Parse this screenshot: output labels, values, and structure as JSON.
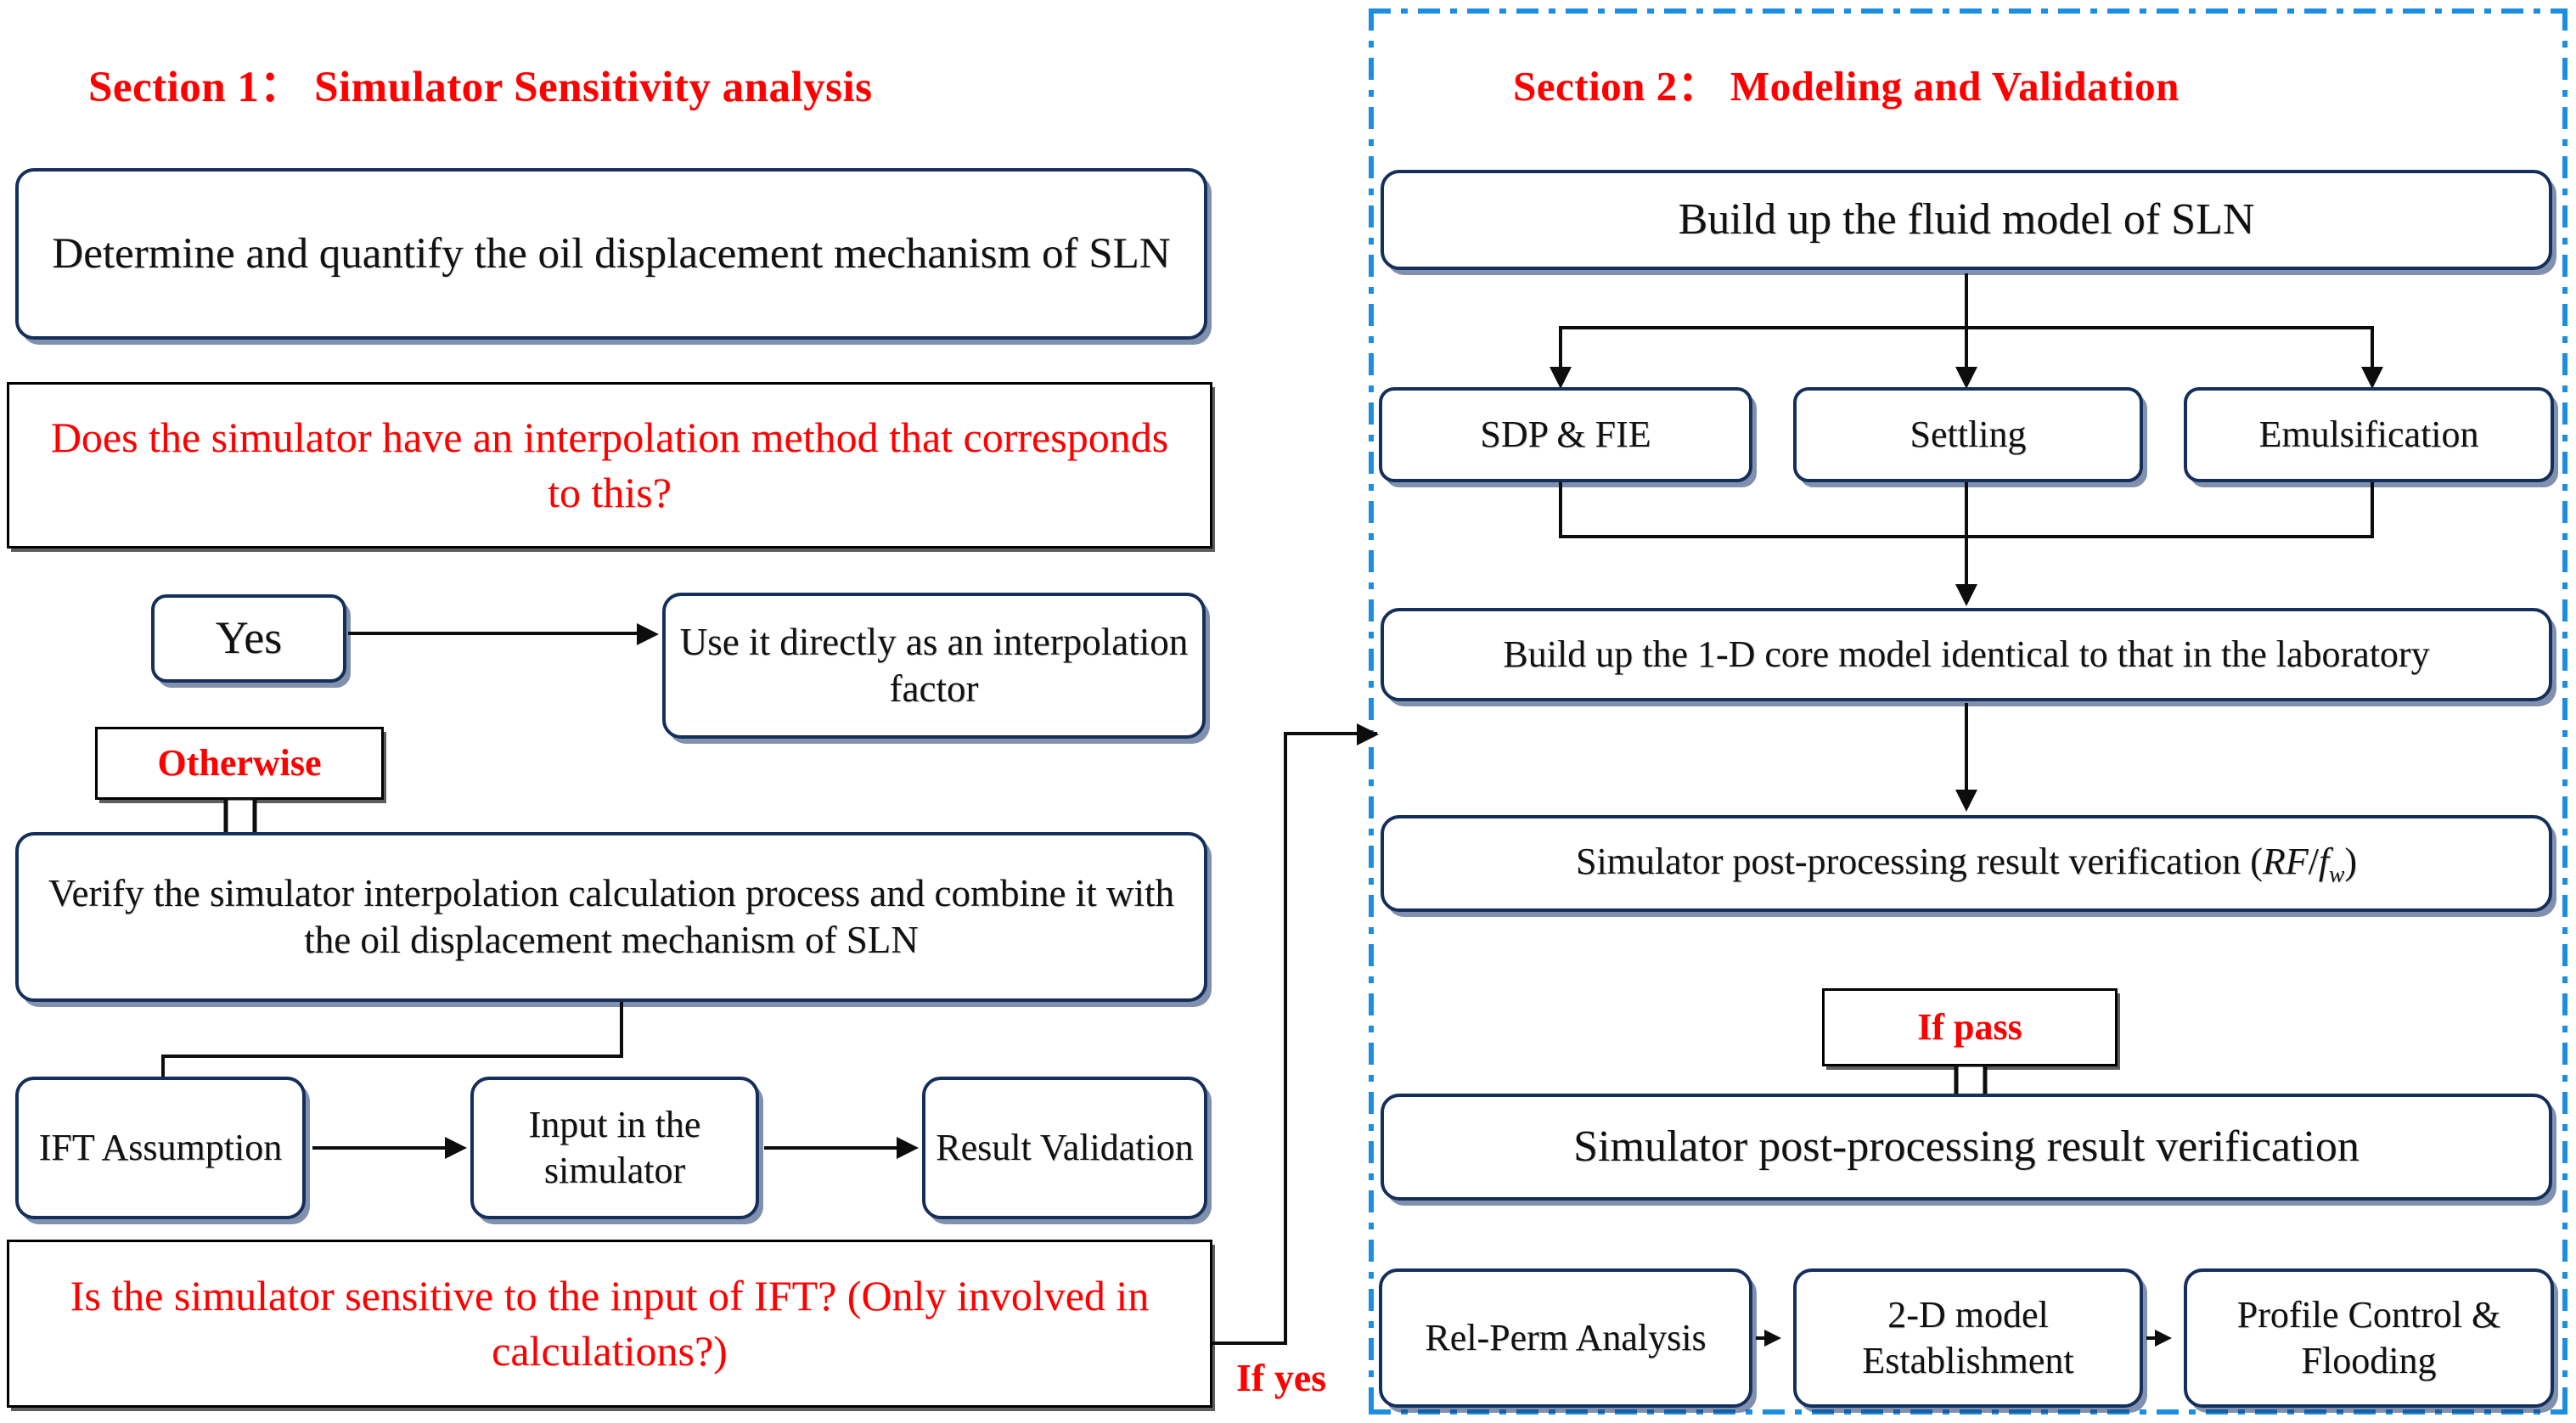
{
  "sections": {
    "left": {
      "title": "Section 1： Simulator Sensitivity analysis"
    },
    "right": {
      "title": "Section 2： Modeling and Validation"
    }
  },
  "left_column": {
    "determine_box": "Determine and quantify the oil displacement mechanism of SLN",
    "question_1": "Does the simulator have an interpolation method that corresponds to this?",
    "yes_box": "Yes",
    "use_directly_box": "Use it directly as an interpolation factor",
    "otherwise_label": "Otherwise",
    "verify_box": "Verify the simulator interpolation calculation process and combine it with the oil displacement mechanism of SLN",
    "small_steps": [
      "IFT Assumption",
      "Input in the simulator",
      "Result Validation"
    ],
    "question_2": "Is the simulator sensitive to the input of IFT? (Only involved in calculations?)",
    "if_yes_label": "If yes"
  },
  "right_column": {
    "fluid_model_box": "Build up the fluid model of SLN",
    "mechanism_boxes": [
      "SDP & FIE",
      "Settling",
      "Emulsification"
    ],
    "core_model_box": "Build up the 1-D core model identical to that in the laboratory",
    "verification_box_prefix": "Simulator post-processing result verification (",
    "verification_box_rf": "RF",
    "verification_box_slash": "/",
    "verification_box_f": "f",
    "verification_box_w": "w",
    "verification_box_suffix": ")",
    "if_pass_label": "If pass",
    "post_processing_box": "Simulator post-processing result verification",
    "final_steps": [
      "Rel-Perm Analysis",
      "2-D model Establishment",
      "Profile Control & Flooding"
    ]
  },
  "colors": {
    "accent_red": "#FF0000",
    "box_navy": "#142f5c",
    "panel_blue": "#1c8ee0",
    "connector_black": "#0d0d0d",
    "background": "#ffffff"
  }
}
